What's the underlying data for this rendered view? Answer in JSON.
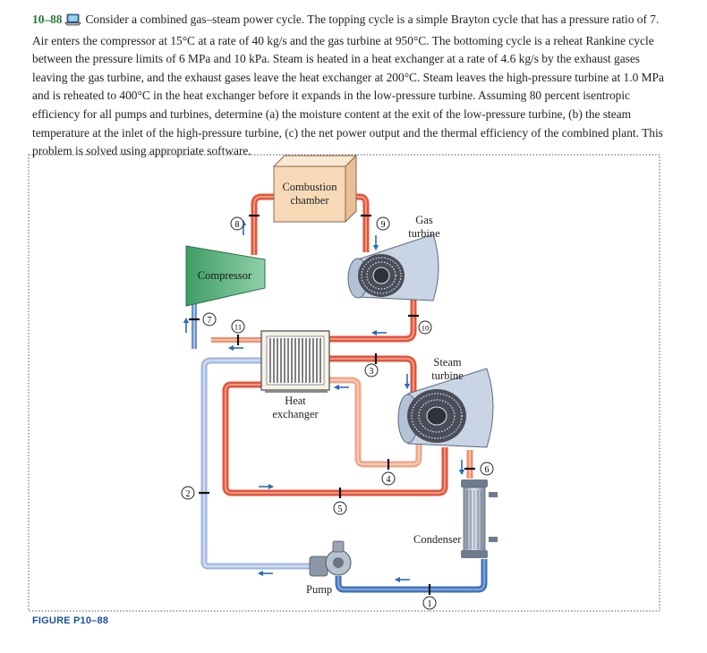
{
  "problem": {
    "number": "10–88",
    "text": "Consider a combined gas–steam power cycle. The topping cycle is a simple Brayton cycle that has a pressure ratio of 7. Air enters the compressor at 15°C at a rate of 40 kg/s and the gas turbine at 950°C. The bottoming cycle is a reheat Rankine cycle between the pressure limits of 6 MPa and 10 kPa. Steam is heated in a heat exchanger at a rate of 4.6 kg/s by the exhaust gases leaving the gas turbine, and the exhaust gases leave the heat exchanger at 200°C. Steam leaves the high-pressure turbine at 1.0 MPa and is reheated to 400°C in the heat exchanger before it expands in the low-pressure turbine. Assuming 80 percent isentropic efficiency for all pumps and turbines, determine (a) the moisture content at the exit of the low-pressure turbine, (b) the steam temperature at the inlet of the high-pressure turbine, (c) the net power output and the thermal efficiency of the combined plant. This problem is solved using appropriate software."
  },
  "figure": {
    "caption": "FIGURE P10–88",
    "labels": {
      "combustion_1": "Combustion",
      "combustion_2": "chamber",
      "gas_1": "Gas",
      "gas_2": "turbine",
      "compressor": "Compressor",
      "hx_1": "Heat",
      "hx_2": "exchanger",
      "steam_1": "Steam",
      "steam_2": "turbine",
      "condenser": "Condenser",
      "pump": "Pump"
    },
    "states": [
      "1",
      "2",
      "3",
      "4",
      "5",
      "6",
      "7",
      "8",
      "9",
      "10",
      "11"
    ]
  },
  "colors": {
    "hot_pipe": "#e8553a",
    "warm_pipe": "#f0a080",
    "cold_pipe": "#b9cbe9",
    "water_pipe": "#4f7fc4",
    "arrow": "#2b6cb5",
    "compressor": "#5fb37e",
    "combustor": "#f7d9b8",
    "turbine": "#c9d4e4",
    "problem_number": "#2a7a3a",
    "caption": "#1b4f9c"
  }
}
